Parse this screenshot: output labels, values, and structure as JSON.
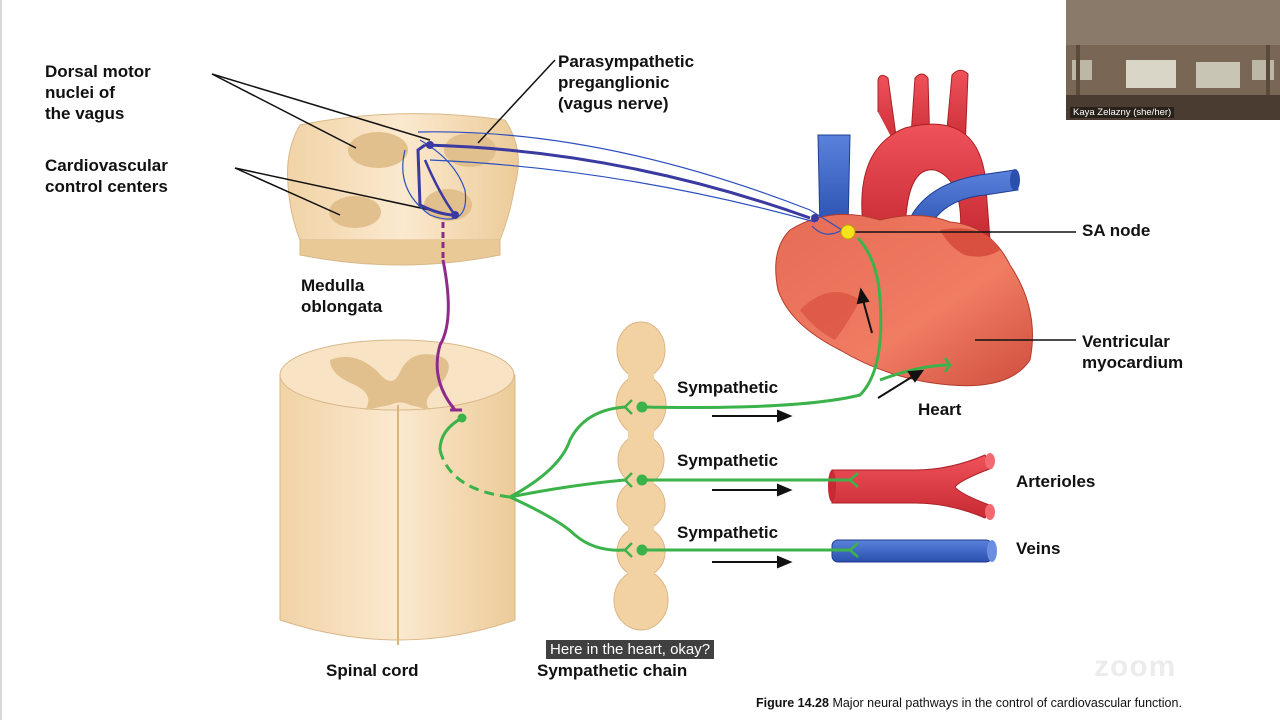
{
  "labels": {
    "dorsal_motor": "Dorsal motor\nnuclei of\nthe vagus",
    "cardio_centers": "Cardiovascular\ncontrol centers",
    "parasympathetic": "Parasympathetic\npreganglionic\n(vagus nerve)",
    "medulla": "Medulla\noblongata",
    "sa_node": "SA node",
    "ventricular": "Ventricular\nmyocardium",
    "heart": "Heart",
    "sympathetic_1": "Sympathetic",
    "sympathetic_2": "Sympathetic",
    "sympathetic_3": "Sympathetic",
    "arterioles": "Arterioles",
    "veins": "Veins",
    "spinal_cord": "Spinal cord",
    "sympathetic_chain": "Sympathetic chain"
  },
  "caption": {
    "figure_number": "Figure 14.28",
    "text": "Major neural pathways in the control of cardiovascular function."
  },
  "subtitle": "Here in the heart, okay?",
  "video": {
    "participant_name": "Kaya Zelazny (she/her)"
  },
  "watermark": "zoom",
  "colors": {
    "parasympathetic": "#3a3aa0",
    "sympathetic": "#3cb34a",
    "medulla_tract": "#8e2a8a",
    "tissue": "#f4dcb8",
    "artery": "#e0393e",
    "vein": "#3b63c4"
  }
}
